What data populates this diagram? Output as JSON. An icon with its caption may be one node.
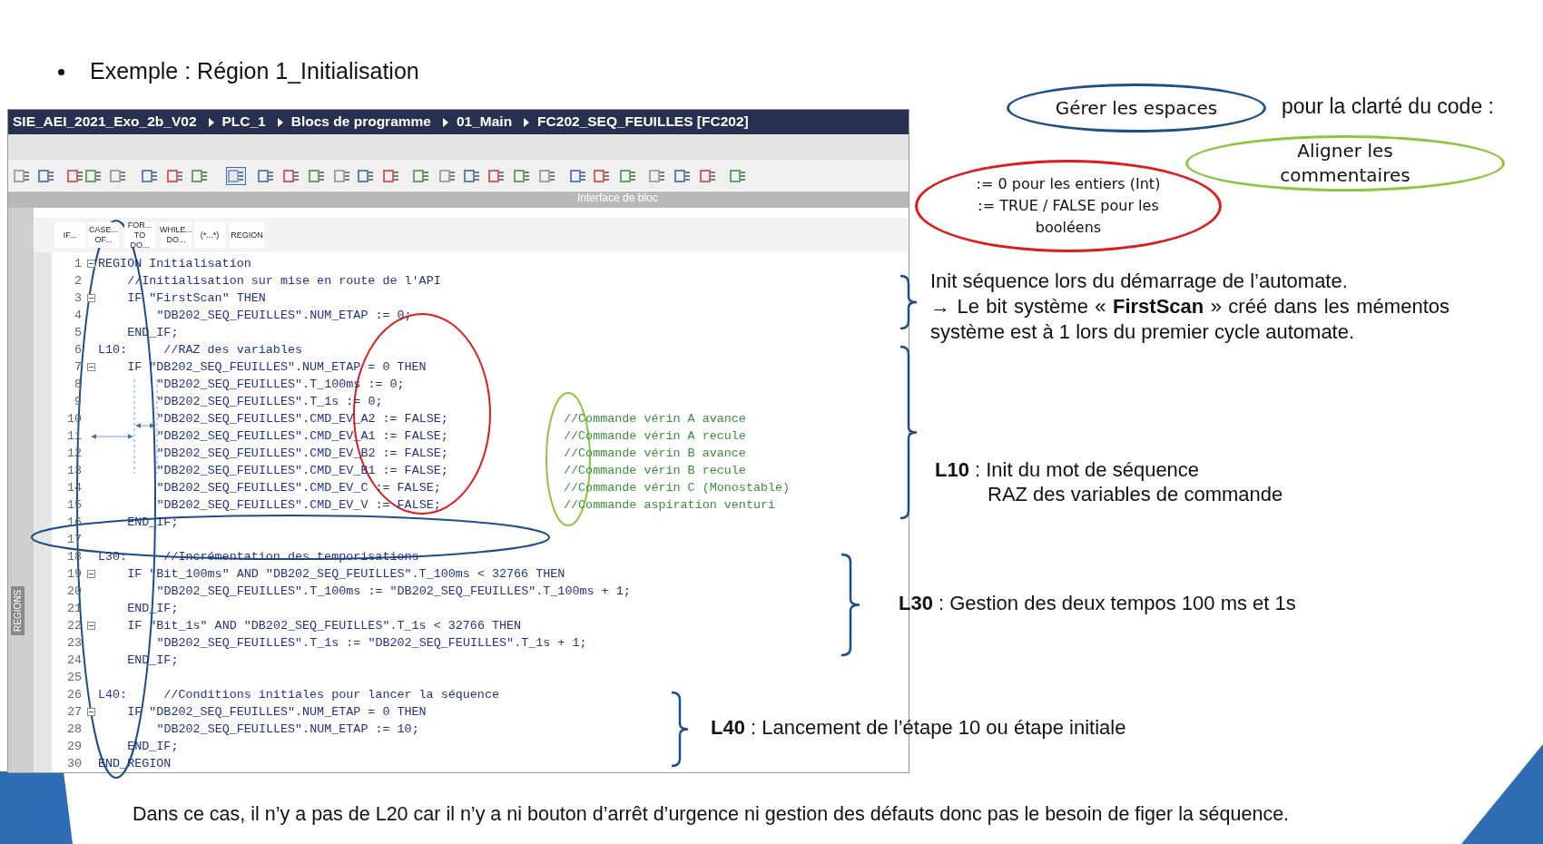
{
  "diagram": {
    "title": "Exemple : Région 1_Initialisation",
    "caption": "Dans ce cas, il n’y a pas de L20 car il n’y a ni bouton d’arrêt d’urgence ni gestion des défauts donc pas le besoin de figer la séquence.",
    "nodes": [
      {
        "text": [
          "Gérer les espaces"
        ]
      },
      {
        "text": [
          ":= 0 pour les entiers (Int)",
          ":= TRUE / FALSE pour les booléens"
        ]
      },
      {
        "text": [
          "Aligner les commentaires"
        ]
      }
    ],
    "labels": [
      "SIE_AEI_2021_Exo_2b_V02",
      "PLC_1",
      "Blocs de programme",
      "01_Main",
      "FC202_SEQ_FEUILLES [FC202]",
      "Interface de bloc",
      "IF...",
      "CASE... OF...",
      "FOR... TO DO...",
      "WHILE... DO...",
      "(*...*)",
      "REGION",
      "REGIONS",
      "1",
      "REGION Initialisation",
      "2",
      "//Initialisation sur mise en route de l'API",
      "3",
      "IF \"FirstScan\" THEN",
      "4",
      "\"DB202_SEQ_FEUILLES\".NUM_ETAP := 0;",
      "5",
      "END_IF;",
      "6",
      "L10:     //RAZ des variables",
      "7",
      "IF \"DB202_SEQ_FEUILLES\".NUM_ETAP = 0 THEN",
      "8",
      "\"DB202_SEQ_FEUILLES\".T_100ms := 0;",
      "9",
      "\"DB202_SEQ_FEUILLES\".T_1s := 0;",
      "10",
      "\"DB202_SEQ_FEUILLES\".CMD_EV_A2 := FALSE;",
      "//Commande vérin A avance",
      "11",
      "\"DB202_SEQ_FEUILLES\".CMD_EV_A1 := FALSE;",
      "//Commande vérin A recule",
      "12",
      "\"DB202_SEQ_FEUILLES\".CMD_EV_B2 := FALSE;",
      "//Commande vérin B avance",
      "13",
      "\"DB202_SEQ_FEUILLES\".CMD_EV_B1 := FALSE;",
      "//Commande vérin B recule",
      "14",
      "\"DB202_SEQ_FEUILLES\".CMD_EV_C := FALSE;",
      "//Commande vérin C (Monostable)",
      "15",
      "\"DB202_SEQ_FEUILLES\".CMD_EV_V := FALSE;",
      "//Commande aspiration venturi",
      "16",
      "END_IF;",
      "17",
      "18",
      "L30:     //Incrémentation des temporisations",
      "19",
      "IF \"Bit_100ms\" AND \"DB202_SEQ_FEUILLES\".T_100ms < 32766 THEN",
      "20",
      "\"DB202_SEQ_FEUILLES\".T_100ms := \"DB202_SEQ_FEUILLES\".T_100ms + 1;",
      "21",
      "END_IF;",
      "22",
      "IF \"Bit_1s\" AND \"DB202_SEQ_FEUILLES\".T_1s < 32766 THEN",
      "23",
      "\"DB202_SEQ_FEUILLES\".T_1s := \"DB202_SEQ_FEUILLES\".T_1s + 1;",
      "24",
      "END_IF;",
      "25",
      "26",
      "L40:     //Conditions initiales pour lancer la séquence",
      "27",
      "IF \"DB202_SEQ_FEUILLES\".NUM_ETAP = 0 THEN",
      "28",
      "\"DB202_SEQ_FEUILLES\".NUM_ETAP := 10;",
      "29",
      "END_IF;",
      "30",
      "END_REGION",
      "pour la clarté du code :",
      "Init séquence lors du démarrage de l’automate.",
      "→ Le bit système « **FirstScan** » créé dans les mémentos système est à 1 lors du premier cycle automate.",
      "**L10** : Init du mot de séquence",
      "RAZ des variables de commande",
      "**L30** : Gestion des deux tempos 100 ms et 1s",
      "**L40** : Lancement de l’étape 10 ou étape initiale"
    ]
  }
}
